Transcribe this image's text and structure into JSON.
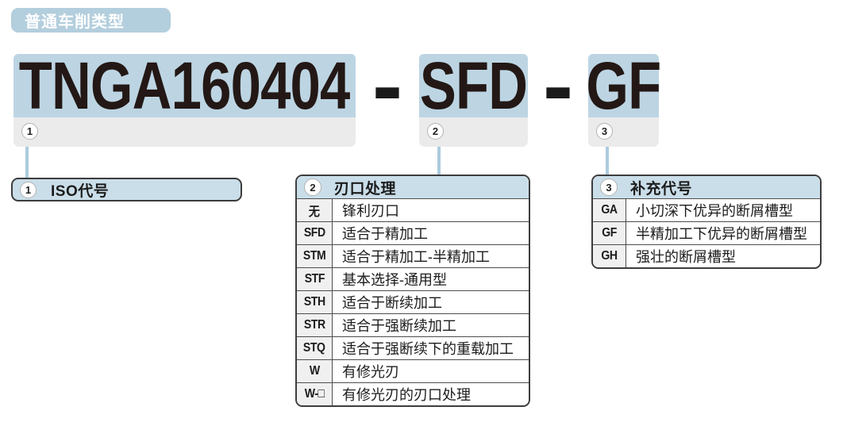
{
  "header": {
    "badge": "普通车削类型"
  },
  "code": {
    "separator": "-",
    "segments": [
      {
        "text": "TNGA160404",
        "ref": "1"
      },
      {
        "text": "SFD",
        "ref": "2"
      },
      {
        "text": "GF",
        "ref": "3"
      }
    ]
  },
  "tables": [
    {
      "ref": "1",
      "title": "ISO代号",
      "rows": []
    },
    {
      "ref": "2",
      "title": "刃口处理",
      "rows": [
        {
          "code": "无",
          "desc": "锋利刃口"
        },
        {
          "code": "SFD",
          "desc": "适合于精加工"
        },
        {
          "code": "STM",
          "desc": "适合于精加工-半精加工"
        },
        {
          "code": "STF",
          "desc": "基本选择-通用型"
        },
        {
          "code": "STH",
          "desc": "适合于断续加工"
        },
        {
          "code": "STR",
          "desc": "适合于强断续加工"
        },
        {
          "code": "STQ",
          "desc": "适合于强断续下的重载加工"
        },
        {
          "code": "W",
          "desc": "有修光刃"
        },
        {
          "code": "W-□",
          "desc": "有修光刃的刃口处理"
        }
      ]
    },
    {
      "ref": "3",
      "title": "补充代号",
      "rows": [
        {
          "code": "GA",
          "desc": "小切深下优异的断屑槽型"
        },
        {
          "code": "GF",
          "desc": "半精加工下优异的断屑槽型"
        },
        {
          "code": "GH",
          "desc": "强壮的断屑槽型"
        }
      ]
    }
  ],
  "colors": {
    "highlight_blue": "#bdd5e3",
    "badge_blue": "#b3cedd",
    "table_header_blue": "#cadee9",
    "strip_gray": "#ebebeb",
    "code_cell_gray": "#f0f0f0",
    "connector_blue": "#abcbde",
    "border_dark": "#3d3d3d",
    "text_dark": "#231815"
  }
}
